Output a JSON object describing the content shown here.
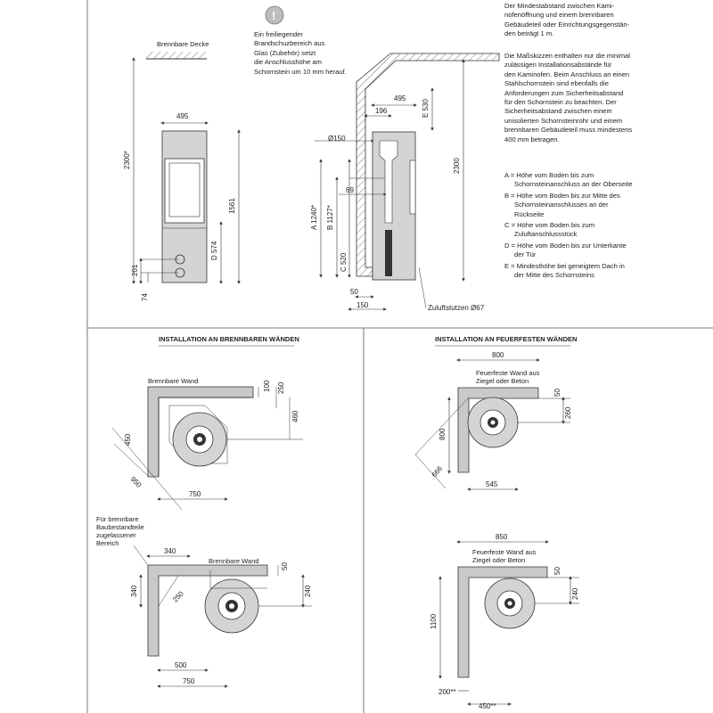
{
  "top": {
    "info_text": "Ein freiliegender\nBrandschuzbereich aus\nGlas (Zubehör) setzt\ndie Anschlusshöhe am\nSchornstein um 10 mm herauf.",
    "ceiling_label": "Brennbare Decke",
    "para1": "Der Mindestabstand zwischen Kami-\nnofenöffnung und einem brennbaren\nGebäudeteil oder Einrichtungsgegenstän-\nden beträgt 1 m.",
    "para2": "Die Maßskizzen enthalten nur die minimal\nzulässigen Installationsabstände für\nden Kaminofen. Beim Anschluss an einen\nStahlschornstein sind ebenfalls die\nAnforderungen zum Sicherheitsabstand\nfür den Schornstein zu beachten. Der\nSicherheitsabstand zwischen einem\nunisolierten Schornsteinrohr und einem\nbrennbaren Gebäudeteil muss mindestens\n400 mm betragen.",
    "legend": [
      "A = Höhe vom Boden bis zum\nSchornsteinanschluss an der Oberseite",
      "B = Höhe vom Boden bis zur Mitte des\nSchornsteinanschlusses an der\nRückseite",
      "C = Höhe vom Boden bis zum\nZuluftanschlussstück",
      "D = Höhe vom Boden bis zur Unterkante\nder Tür",
      "E = Mindesthöhe bei geneigtem Dach in\nder Mitte des Schornsteins"
    ],
    "front_dims": {
      "w": "495",
      "h_total": "2300*",
      "h_stove": "1561",
      "d": "D 574",
      "d201": "201",
      "d74": "74"
    },
    "side_dims": {
      "d150": "Ø150",
      "a": "A 1240*",
      "b": "B 1127*",
      "c": "C 520",
      "d69": "69",
      "w495": "495",
      "w196": "196",
      "e": "E 530",
      "h2300": "2300",
      "d50": "50",
      "d150b": "150",
      "inlet": "Zuluftstutzen Ø67"
    }
  },
  "bottom_left": {
    "title": "INSTALLATION AN BRENNBAREN WÄNDEN",
    "wall": "Brennbare Wand",
    "d1": {
      "a": "100",
      "b": "250",
      "c": "460",
      "diag_a": "450",
      "diag_b": "950",
      "w": "750"
    },
    "note": "Für brennbare\nBaubestandteile\nzugelassener\nBereich",
    "wall2": "Brennbare Wand",
    "d2": {
      "a": "340",
      "b": "340",
      "c": "250",
      "d": "50",
      "e": "240",
      "f": "500",
      "g": "750"
    }
  },
  "bottom_right": {
    "title": "INSTALLATION AN FEUERFESTEN WÄNDEN",
    "wall": "Feuerfeste Wand aus\nZiegel oder Beton",
    "d1": {
      "w": "800",
      "a": "50",
      "b": "260",
      "c": "800",
      "diag": "666",
      "e": "545"
    },
    "wall2": "Feuerfeste Wand aus\nZiegel oder Beton",
    "d2": {
      "w": "850",
      "a": "50",
      "b": "240",
      "c": "1100",
      "d": "200**",
      "e": "450**"
    }
  },
  "colors": {
    "wall_gray": "#c9c9c9",
    "stove_gray": "#d4d4d4",
    "line": "#333333"
  }
}
